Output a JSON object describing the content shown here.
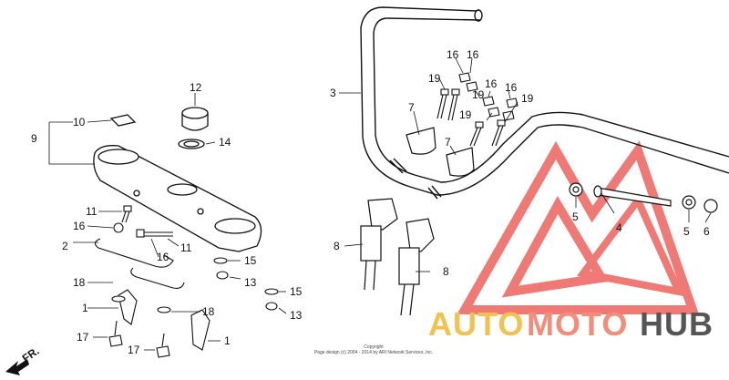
{
  "diagram": {
    "part_labels": {
      "p1a": "1",
      "p1b": "1",
      "p2": "2",
      "p3": "3",
      "p4": "4",
      "p5a": "5",
      "p5b": "5",
      "p6": "6",
      "p7a": "7",
      "p7b": "7",
      "p8a": "8",
      "p8b": "8",
      "p9": "9",
      "p10": "10",
      "p11a": "11",
      "p11b": "11",
      "p12": "12",
      "p13a": "13",
      "p13b": "13",
      "p14": "14",
      "p15a": "15",
      "p15b": "15",
      "p16a": "16",
      "p16b": "16",
      "p16c": "16",
      "p16d": "16",
      "p16e": "16",
      "p16f": "16",
      "p17a": "17",
      "p17b": "17",
      "p18a": "18",
      "p18b": "18",
      "p19a": "19",
      "p19b": "19",
      "p19c": "19",
      "p19d": "19"
    },
    "front_arrow": "FR.",
    "copyright": {
      "line1": "Copyright",
      "line2": "Page design (c) 2004 - 2014 by ARI Network Services, Inc."
    }
  },
  "watermark": {
    "part1": "AUTO",
    "part2": "MOTO",
    "part3": "HUB",
    "colors": {
      "part1": "#f2c14e",
      "part2": "#f28d7a",
      "part3": "#555555",
      "triangle": "#e8413c"
    }
  }
}
